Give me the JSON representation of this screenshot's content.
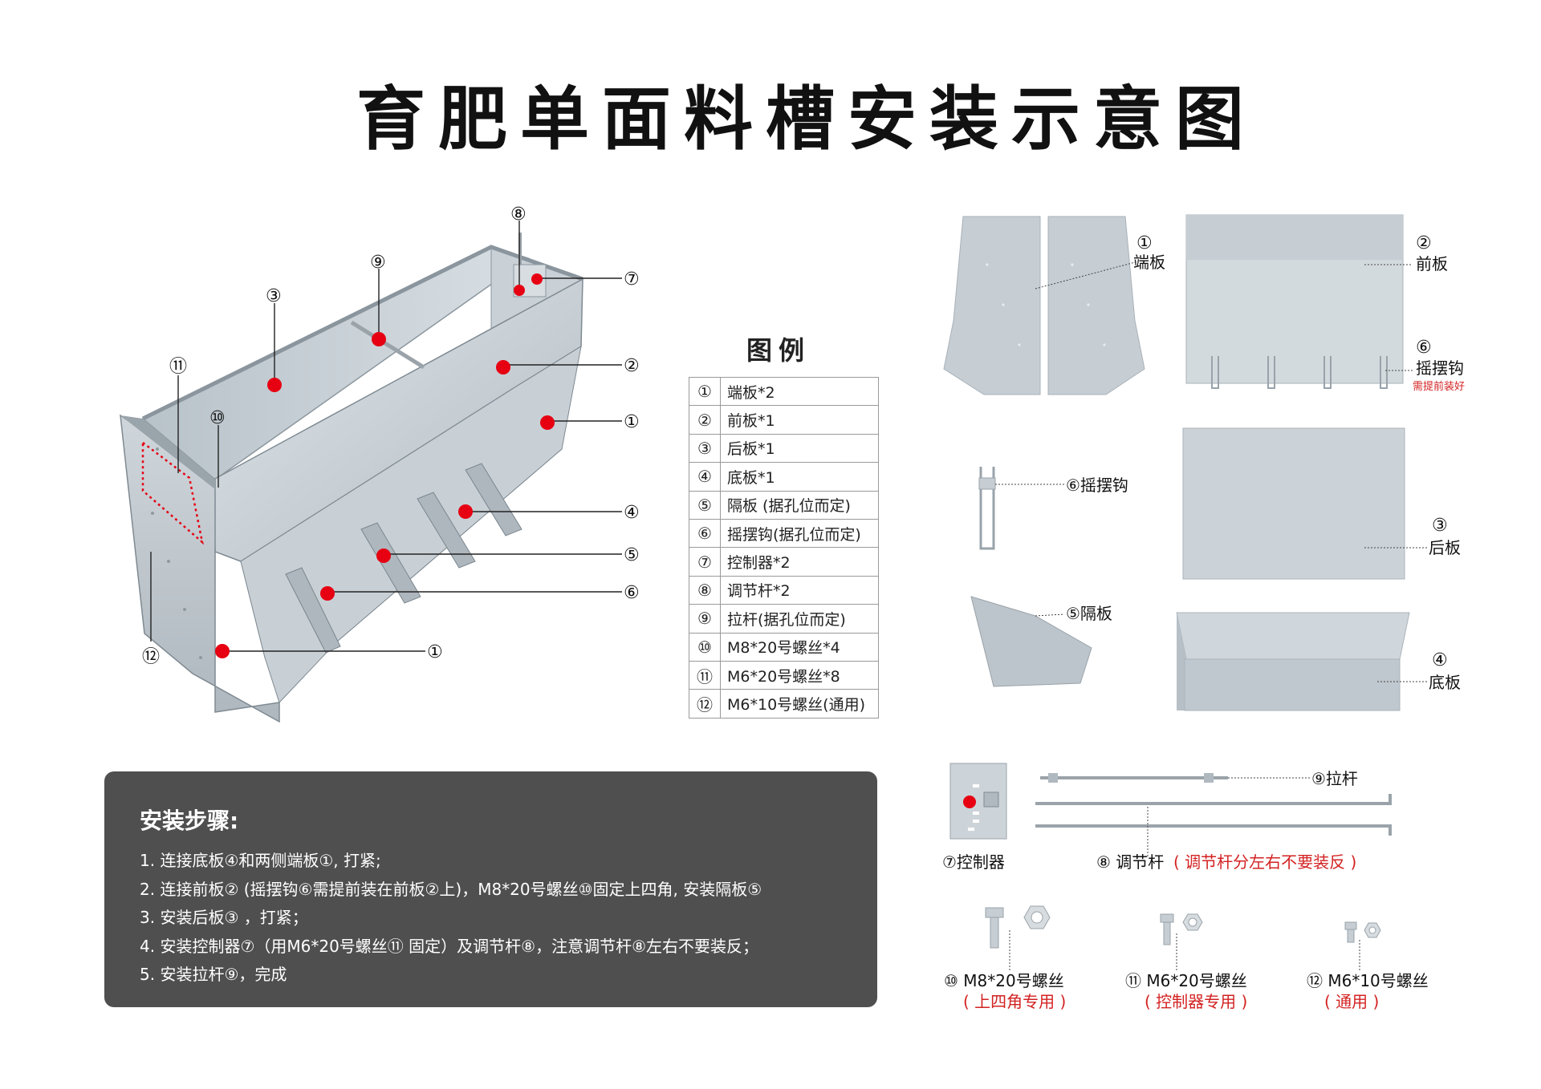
{
  "title": "育肥单面料槽安装示意图",
  "legend": {
    "title": "图例",
    "items": [
      {
        "num": "①",
        "text": "端板*2"
      },
      {
        "num": "②",
        "text": "前板*1"
      },
      {
        "num": "③",
        "text": "后板*1"
      },
      {
        "num": "④",
        "text": "底板*1"
      },
      {
        "num": "⑤",
        "text": "隔板 (据孔位而定)"
      },
      {
        "num": "⑥",
        "text": "摇摆钩(据孔位而定)"
      },
      {
        "num": "⑦",
        "text": "控制器*2"
      },
      {
        "num": "⑧",
        "text": "调节杆*2"
      },
      {
        "num": "⑨",
        "text": "拉杆(据孔位而定)"
      },
      {
        "num": "⑩",
        "text": "M8*20号螺丝*4"
      },
      {
        "num": "⑪",
        "text": "M6*20号螺丝*8"
      },
      {
        "num": "⑫",
        "text": "M6*10号螺丝(通用)"
      }
    ]
  },
  "main_callouts": {
    "c8": "⑧",
    "c9": "⑨",
    "c3": "③",
    "c7": "⑦",
    "c11": "⑪",
    "c2": "②",
    "c10": "⑩",
    "c1a": "①",
    "c4": "④",
    "c5": "⑤",
    "c6": "⑥",
    "c12": "⑫",
    "c1b": "①"
  },
  "parts": {
    "end_plate": {
      "num": "①",
      "label": "端板"
    },
    "front_plate": {
      "num": "②",
      "label": "前板"
    },
    "hook": {
      "num": "⑥",
      "label": "摇摆钩",
      "note": "需提前装好"
    },
    "hook_single": {
      "label": "⑥摇摆钩"
    },
    "back_plate": {
      "num": "③",
      "label": "后板"
    },
    "divider": {
      "label": "⑤隔板"
    },
    "bottom_plate": {
      "num": "④",
      "label": "底板"
    },
    "controller": {
      "label": "⑦控制器"
    },
    "pull_rod": {
      "label": "⑨拉杆"
    },
    "adjust_rod": {
      "label": "⑧ 调节杆",
      "note": "( 调节杆分左右不要装反 )"
    },
    "bolt10": {
      "label": "⑩ M8*20号螺丝",
      "note": "( 上四角专用 )"
    },
    "bolt11": {
      "label": "⑪ M6*20号螺丝",
      "note": "( 控制器专用 )"
    },
    "bolt12": {
      "label": "⑫ M6*10号螺丝",
      "note": "( 通用 )"
    }
  },
  "steps": {
    "title": "安装步骤:",
    "items": [
      "1. 连接底板④和两侧端板①, 打紧;",
      "2. 连接前板② (摇摆钩⑥需提前装在前板②上)，M8*20号螺丝⑩固定上四角, 安装隔板⑤",
      "3. 安装后板③ ，打紧；",
      "4. 安装控制器⑦（用M6*20号螺丝⑪ 固定）及调节杆⑧，注意调节杆⑧左右不要装反；",
      "5. 安装拉杆⑨，完成"
    ]
  },
  "colors": {
    "marker": "#e60012",
    "metal": "#c4ccd2",
    "panel": "#4f4f4f",
    "warn": "#d32222"
  }
}
